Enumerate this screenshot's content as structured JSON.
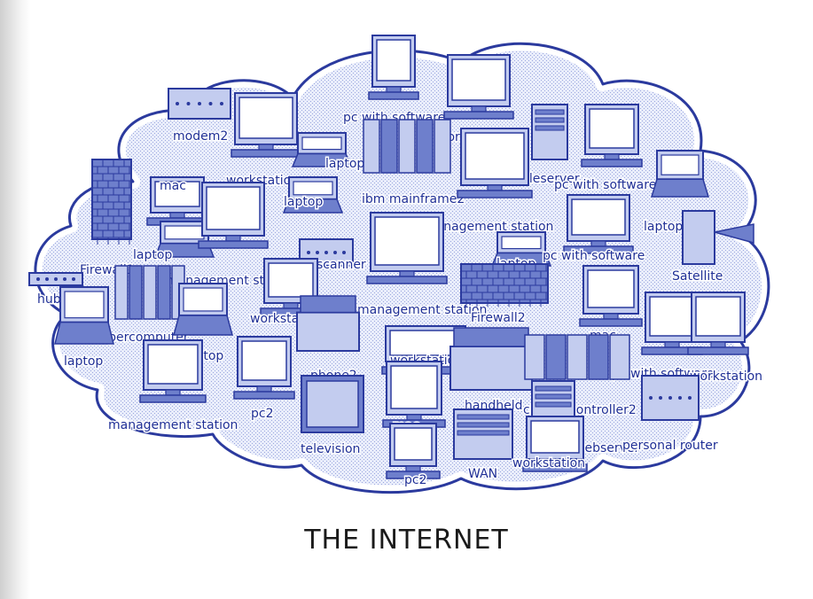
{
  "diagram": {
    "title": "THE INTERNET",
    "colors": {
      "outline": "#2b3a9e",
      "fill": "#6e7fcc",
      "fill_light": "#c3ccef",
      "screen": "#ffffff",
      "label": "#1f2f96"
    },
    "nodes": [
      {
        "label": "pc with software",
        "icon": "pc-icon"
      },
      {
        "label": "workstation",
        "icon": "workstation-icon"
      },
      {
        "label": "modem2",
        "icon": "modem-icon"
      },
      {
        "label": "workstation",
        "icon": "workstation-icon"
      },
      {
        "label": "laptop",
        "icon": "laptop-icon"
      },
      {
        "label": "ibm mainframe2",
        "icon": "mainframe-icon"
      },
      {
        "label": "fileserver",
        "icon": "server-icon"
      },
      {
        "label": "pc with software",
        "icon": "pc-icon"
      },
      {
        "label": "mac",
        "icon": "mac-icon"
      },
      {
        "label": "laptop",
        "icon": "laptop-icon"
      },
      {
        "label": "management station",
        "icon": "management-station-icon"
      },
      {
        "label": "laptop",
        "icon": "laptop-icon"
      },
      {
        "label": "Firewall1",
        "icon": "firewall-icon"
      },
      {
        "label": "laptop",
        "icon": "laptop-icon"
      },
      {
        "label": "scanner",
        "icon": "scanner-icon"
      },
      {
        "label": "laptop",
        "icon": "laptop-icon"
      },
      {
        "label": "pc with software",
        "icon": "pc-icon"
      },
      {
        "label": "Satellite",
        "icon": "satellite-icon"
      },
      {
        "label": "hub1",
        "icon": "hub-icon"
      },
      {
        "label": "management station",
        "icon": "management-station-icon"
      },
      {
        "label": "management station",
        "icon": "management-station-icon"
      },
      {
        "label": "Firewall2",
        "icon": "firewall-icon"
      },
      {
        "label": "workstation",
        "icon": "workstation-icon"
      },
      {
        "label": "supercomputer",
        "icon": "supercomputer-icon"
      },
      {
        "label": "mac",
        "icon": "mac-icon"
      },
      {
        "label": "laptop",
        "icon": "laptop-icon"
      },
      {
        "label": "laptop",
        "icon": "laptop-icon"
      },
      {
        "label": "workstation",
        "icon": "workstation-icon"
      },
      {
        "label": "phone2",
        "icon": "phone-icon"
      },
      {
        "label": "pc with software",
        "icon": "pc-icon"
      },
      {
        "label": "workstation",
        "icon": "workstation-icon"
      },
      {
        "label": "handheld",
        "icon": "handheld-icon"
      },
      {
        "label": "cluster controller2",
        "icon": "cluster-controller-icon"
      },
      {
        "label": "management station",
        "icon": "management-station-icon"
      },
      {
        "label": "pc2",
        "icon": "pc-icon"
      },
      {
        "label": "mac",
        "icon": "mac-icon"
      },
      {
        "label": "television",
        "icon": "television-icon"
      },
      {
        "label": "webserver",
        "icon": "server-icon"
      },
      {
        "label": "personal router",
        "icon": "router-icon"
      },
      {
        "label": "WAN",
        "icon": "wan-icon"
      },
      {
        "label": "workstation",
        "icon": "workstation-icon"
      },
      {
        "label": "pc2",
        "icon": "pc-icon"
      }
    ]
  }
}
